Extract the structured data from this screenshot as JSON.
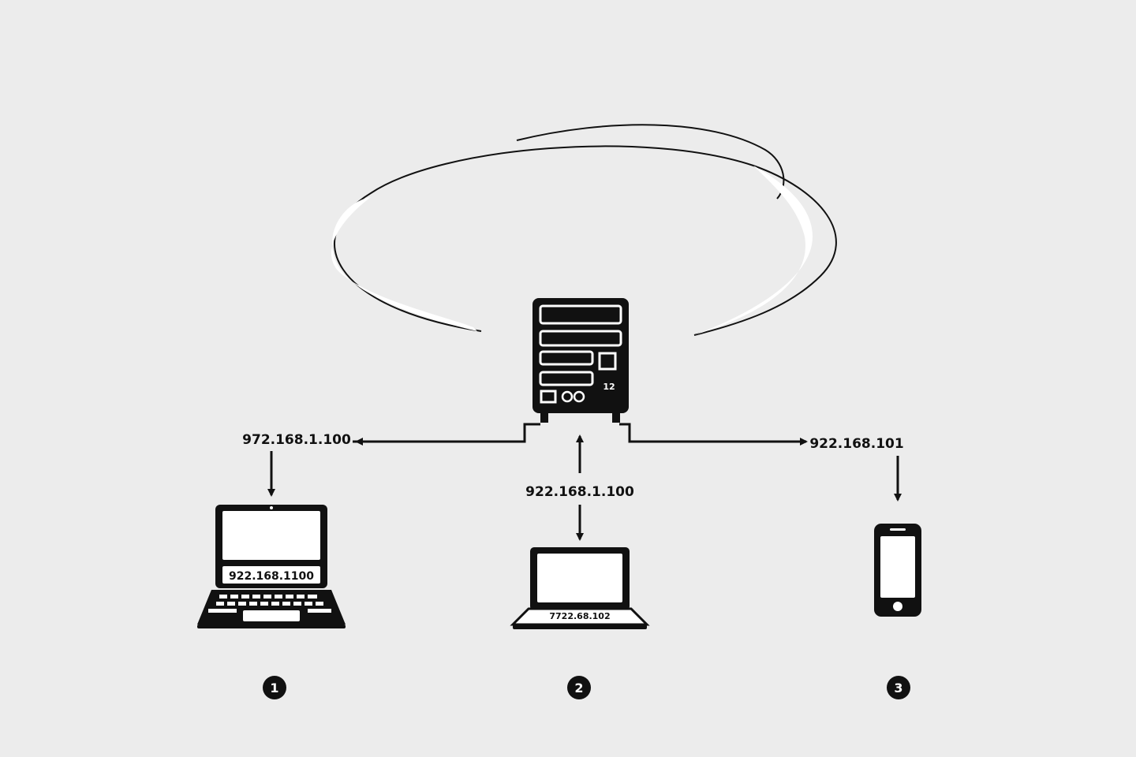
{
  "colors": {
    "background": "#ececec",
    "ink": "#111111",
    "screen": "#ffffff",
    "cloud_highlight": "#ffffff"
  },
  "icons": {
    "server": "server-icon",
    "cloud": "cloud-swirl-icon",
    "laptop_1": "laptop-icon",
    "laptop_2": "laptop-icon",
    "phone": "smartphone-icon"
  },
  "labels": {
    "left_link": "972.168.1.100",
    "center_link": "922.168.1.100",
    "right_link": "922.168.101"
  },
  "devices": [
    {
      "number": "1",
      "screen_label": "922.168.1100"
    },
    {
      "number": "2",
      "screen_label": "7722.68.102"
    },
    {
      "number": "3"
    }
  ],
  "server": {
    "tag": "12"
  }
}
